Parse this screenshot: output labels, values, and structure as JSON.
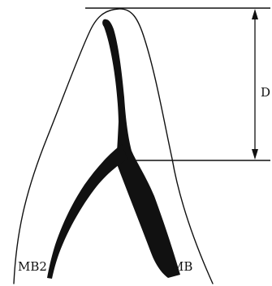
{
  "diagram": {
    "labels": {
      "left_canal": "MB2",
      "right_canal": "MB",
      "distance": "D"
    },
    "colors": {
      "ink": "#111111",
      "background": "#ffffff"
    }
  }
}
